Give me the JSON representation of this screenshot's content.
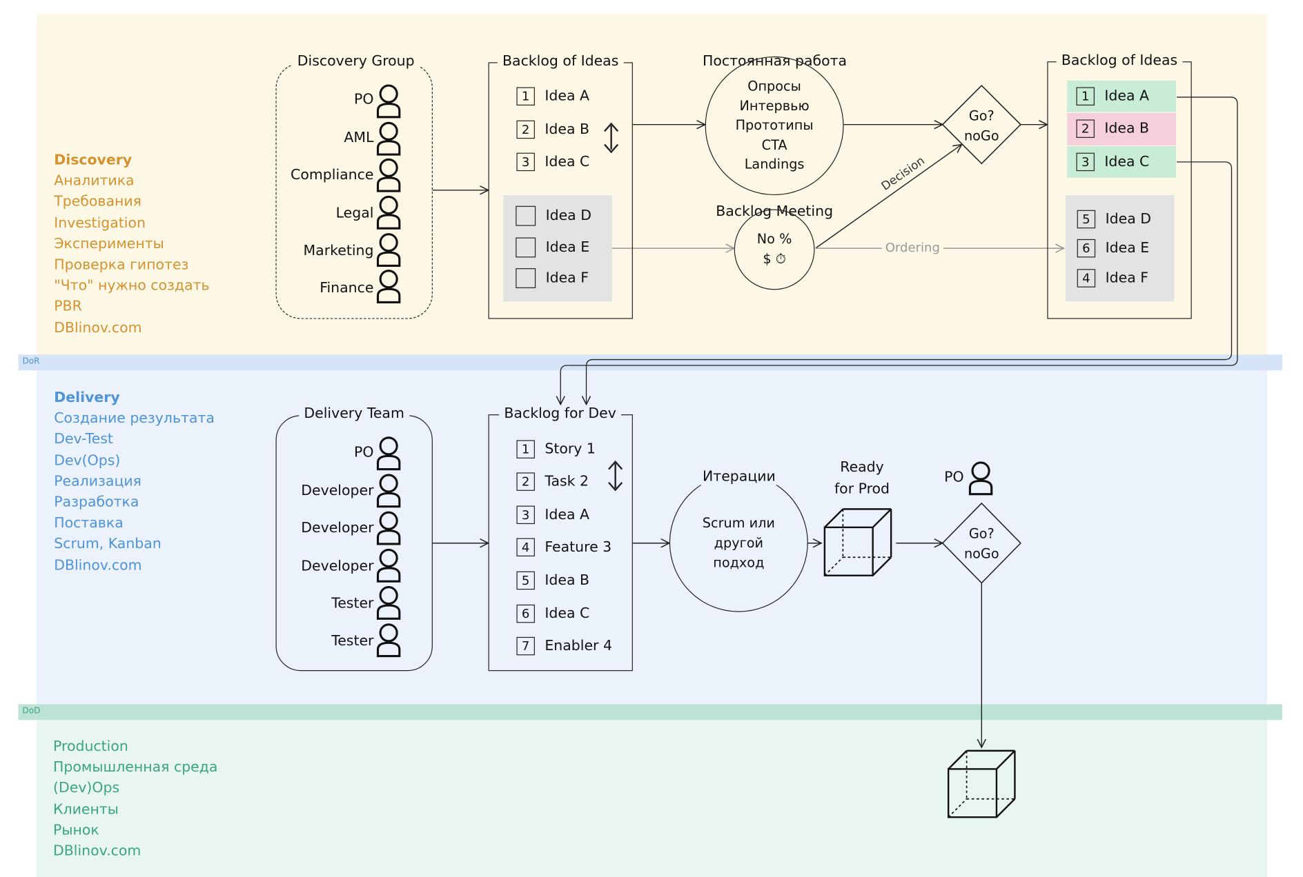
{
  "lanes": {
    "discovery": {
      "heading": "Discovery",
      "items": [
        "Аналитика",
        "Требования",
        "Investigation",
        "Эксперименты",
        "Проверка гипотез",
        "\"Что\" нужно создать",
        "PBR",
        "DBlinov.com"
      ]
    },
    "dor_label": "DoR",
    "delivery": {
      "heading": "Delivery",
      "items": [
        "Создание результата",
        "Dev-Test",
        "Dev(Ops)",
        "Реализация",
        "Разработка",
        "Поставка",
        "Scrum, Kanban",
        "DBlinov.com"
      ]
    },
    "dod_label": "DoD",
    "production": {
      "items": [
        "Production",
        "Промышленная среда",
        "(Dev)Ops",
        "Клиенты",
        "Рынок",
        "DBlinov.com"
      ]
    }
  },
  "discovery_group": {
    "title": "Discovery Group",
    "members": [
      "PO",
      "AML",
      "Compliance",
      "Legal",
      "Marketing",
      "Finance"
    ]
  },
  "backlog_ideas_left": {
    "title": "Backlog of Ideas",
    "ordered": [
      {
        "num": "1",
        "label": "Idea A"
      },
      {
        "num": "2",
        "label": "Idea B"
      },
      {
        "num": "3",
        "label": "Idea C"
      }
    ],
    "unordered": [
      "Idea D",
      "Idea E",
      "Idea F"
    ]
  },
  "constant_work": {
    "title": "Постоянная работа",
    "lines": [
      "Опросы",
      "Интервью",
      "Прототипы",
      "CTA",
      "Landings"
    ]
  },
  "backlog_meeting": {
    "title": "Backlog Meeting",
    "line1": "No %",
    "line2": "$ ⏱"
  },
  "decision_labels": {
    "decision": "Decision",
    "ordering": "Ordering"
  },
  "go_nogo_top": {
    "line1": "Go?",
    "line2": "noGo"
  },
  "backlog_ideas_right": {
    "title": "Backlog of Ideas",
    "ordered": [
      {
        "num": "1",
        "label": "Idea A",
        "status": "go"
      },
      {
        "num": "2",
        "label": "Idea B",
        "status": "nogo"
      },
      {
        "num": "3",
        "label": "Idea C",
        "status": "go"
      }
    ],
    "next": [
      {
        "num": "5",
        "label": "Idea D"
      },
      {
        "num": "6",
        "label": "Idea E"
      },
      {
        "num": "4",
        "label": "Idea F"
      }
    ]
  },
  "delivery_team": {
    "title": "Delivery Team",
    "members": [
      "PO",
      "Developer",
      "Developer",
      "Developer",
      "Tester",
      "Tester"
    ]
  },
  "backlog_dev": {
    "title": "Backlog for Dev",
    "items": [
      {
        "num": "1",
        "label": "Story 1"
      },
      {
        "num": "2",
        "label": "Task 2"
      },
      {
        "num": "3",
        "label": "Idea A"
      },
      {
        "num": "4",
        "label": "Feature 3"
      },
      {
        "num": "5",
        "label": "Idea B"
      },
      {
        "num": "6",
        "label": "Idea C"
      },
      {
        "num": "7",
        "label": "Enabler 4"
      }
    ]
  },
  "iterations": {
    "title": "Итерации",
    "lines": [
      "Scrum или",
      "другой",
      "подход"
    ]
  },
  "ready_for_prod": {
    "line1": "Ready",
    "line2": "for Prod"
  },
  "go_nogo_bottom": {
    "po_label": "PO",
    "line1": "Go?",
    "line2": "noGo"
  },
  "colors": {
    "discovery": "#d3922f",
    "delivery": "#4d93d6",
    "production": "#3aa57f",
    "go": "#c9ecd7",
    "nogo": "#f5cfdb"
  }
}
